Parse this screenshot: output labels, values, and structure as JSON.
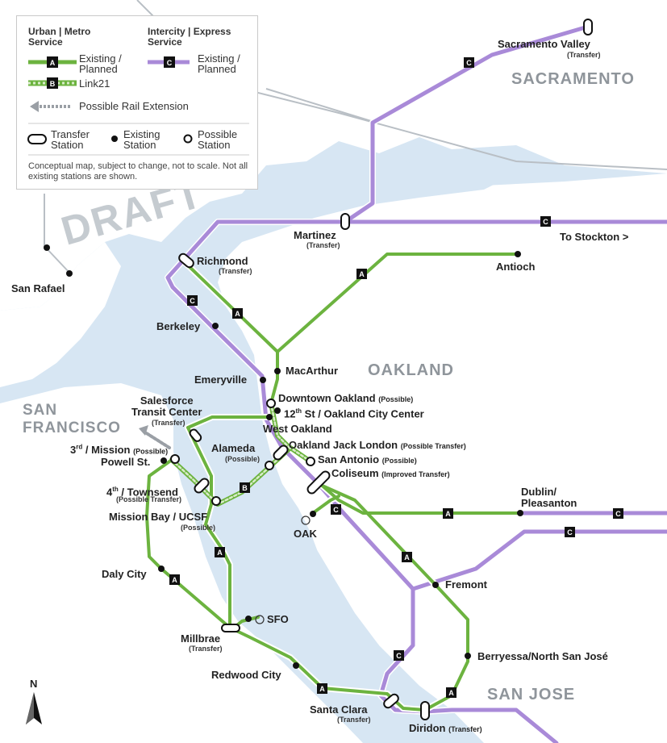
{
  "colors": {
    "water": "#d7e6f3",
    "land": "#ffffff",
    "urban_line": "#6cb33f",
    "intercity_line": "#a98ad8",
    "region_text": "#8f959b"
  },
  "watermark": "DRAFT",
  "legend": {
    "urban_title": "Urban | Metro\nService",
    "intercity_title": "Intercity | Express\nService",
    "existing_planned_a": "Existing /\nPlanned",
    "existing_planned_c": "Existing /\nPlanned",
    "link21": "Link21",
    "extension": "Possible Rail Extension",
    "transfer": "Transfer\nStation",
    "existing": "Existing\nStation",
    "possible": "Possible\nStation",
    "note": "Conceptual map, subject to change, not to scale. Not all existing stations are shown.",
    "badge_a": "A",
    "badge_b": "B",
    "badge_c": "C"
  },
  "regions": {
    "sacramento": "SACRAMENTO",
    "oakland": "OAKLAND",
    "san_francisco": "SAN\nFRANCISCO",
    "san_jose": "SAN JOSE"
  },
  "stations": {
    "sacramento_valley": "Sacramento Valley",
    "sacramento_valley_note": "(Transfer)",
    "martinez": "Martinez",
    "martinez_note": "(Transfer)",
    "to_stockton": "To Stockton >",
    "richmond": "Richmond",
    "richmond_note": "(Transfer)",
    "antioch": "Antioch",
    "san_rafael": "San Rafael",
    "berkeley": "Berkeley",
    "emeryville": "Emeryville",
    "macarthur": "MacArthur",
    "downtown_oakland": "Downtown Oakland",
    "downtown_oakland_note": "(Possible)",
    "twelfth_st": "12th St / Oakland City Center",
    "west_oakland": "West Oakland",
    "salesforce": "Salesforce\nTransit Center",
    "salesforce_note": "(Transfer)",
    "oakland_jack_london": "Oakland Jack London",
    "oakland_jack_london_note": "(Possible Transfer)",
    "third_mission": "3rd / Mission",
    "third_mission_note": "(Possible)",
    "alameda": "Alameda",
    "alameda_note": "(Possible)",
    "san_antonio": "San Antonio",
    "san_antonio_note": "(Possible)",
    "powell": "Powell St.",
    "coliseum": "Coliseum",
    "coliseum_note": "(Improved Transfer)",
    "fourth_townsend": "4th / Townsend",
    "fourth_townsend_note": "(Possible Transfer)",
    "mission_bay": "Mission Bay / UCSF",
    "mission_bay_note": "(Possible)",
    "dublin": "Dublin/\nPleasanton",
    "oak": "OAK",
    "daly_city": "Daly City",
    "fremont": "Fremont",
    "sfo": "SFO",
    "millbrae": "Millbrae",
    "millbrae_note": "(Transfer)",
    "berryessa": "Berryessa/North San José",
    "redwood_city": "Redwood City",
    "santa_clara": "Santa Clara",
    "santa_clara_note": "(Transfer)",
    "diridon": "Diridon",
    "diridon_note": "(Transfer)"
  },
  "north_label": "N"
}
